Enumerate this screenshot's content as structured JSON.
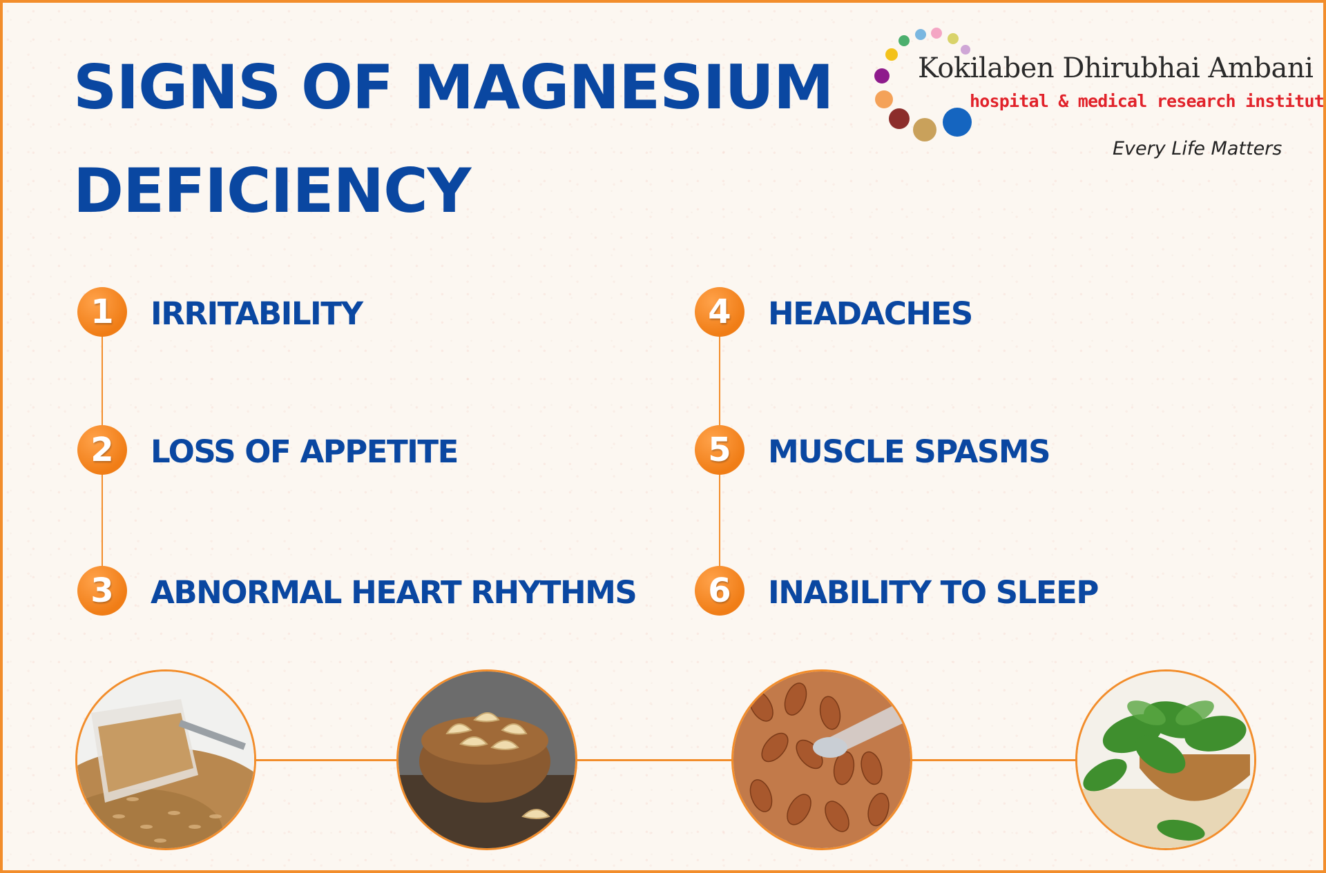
{
  "title_lines": [
    "SIGNS OF MAGNESIUM",
    "DEFICIENCY"
  ],
  "logo": {
    "name": "Kokilaben Dhirubhai Ambani",
    "subtitle": "hospital & medical research institute",
    "tagline": "Every Life Matters"
  },
  "signs_left": [
    {
      "number": "1",
      "label": "IRRITABILITY"
    },
    {
      "number": "2",
      "label": "LOSS OF APPETITE"
    },
    {
      "number": "3",
      "label": "ABNORMAL HEART RHYTHMS"
    }
  ],
  "signs_right": [
    {
      "number": "4",
      "label": "HEADACHES"
    },
    {
      "number": "5",
      "label": "MUSCLE SPASMS"
    },
    {
      "number": "6",
      "label": "INABILITY TO SLEEP"
    }
  ],
  "foods": [
    "brown-rice-jar-image",
    "cashew-bowl-image",
    "almonds-image",
    "spinach-bowl-image"
  ],
  "colors": {
    "title_blue": "#0a47a1",
    "accent_orange": "#f28d2b",
    "logo_red": "#e1222a",
    "background": "#fcf7f1"
  }
}
